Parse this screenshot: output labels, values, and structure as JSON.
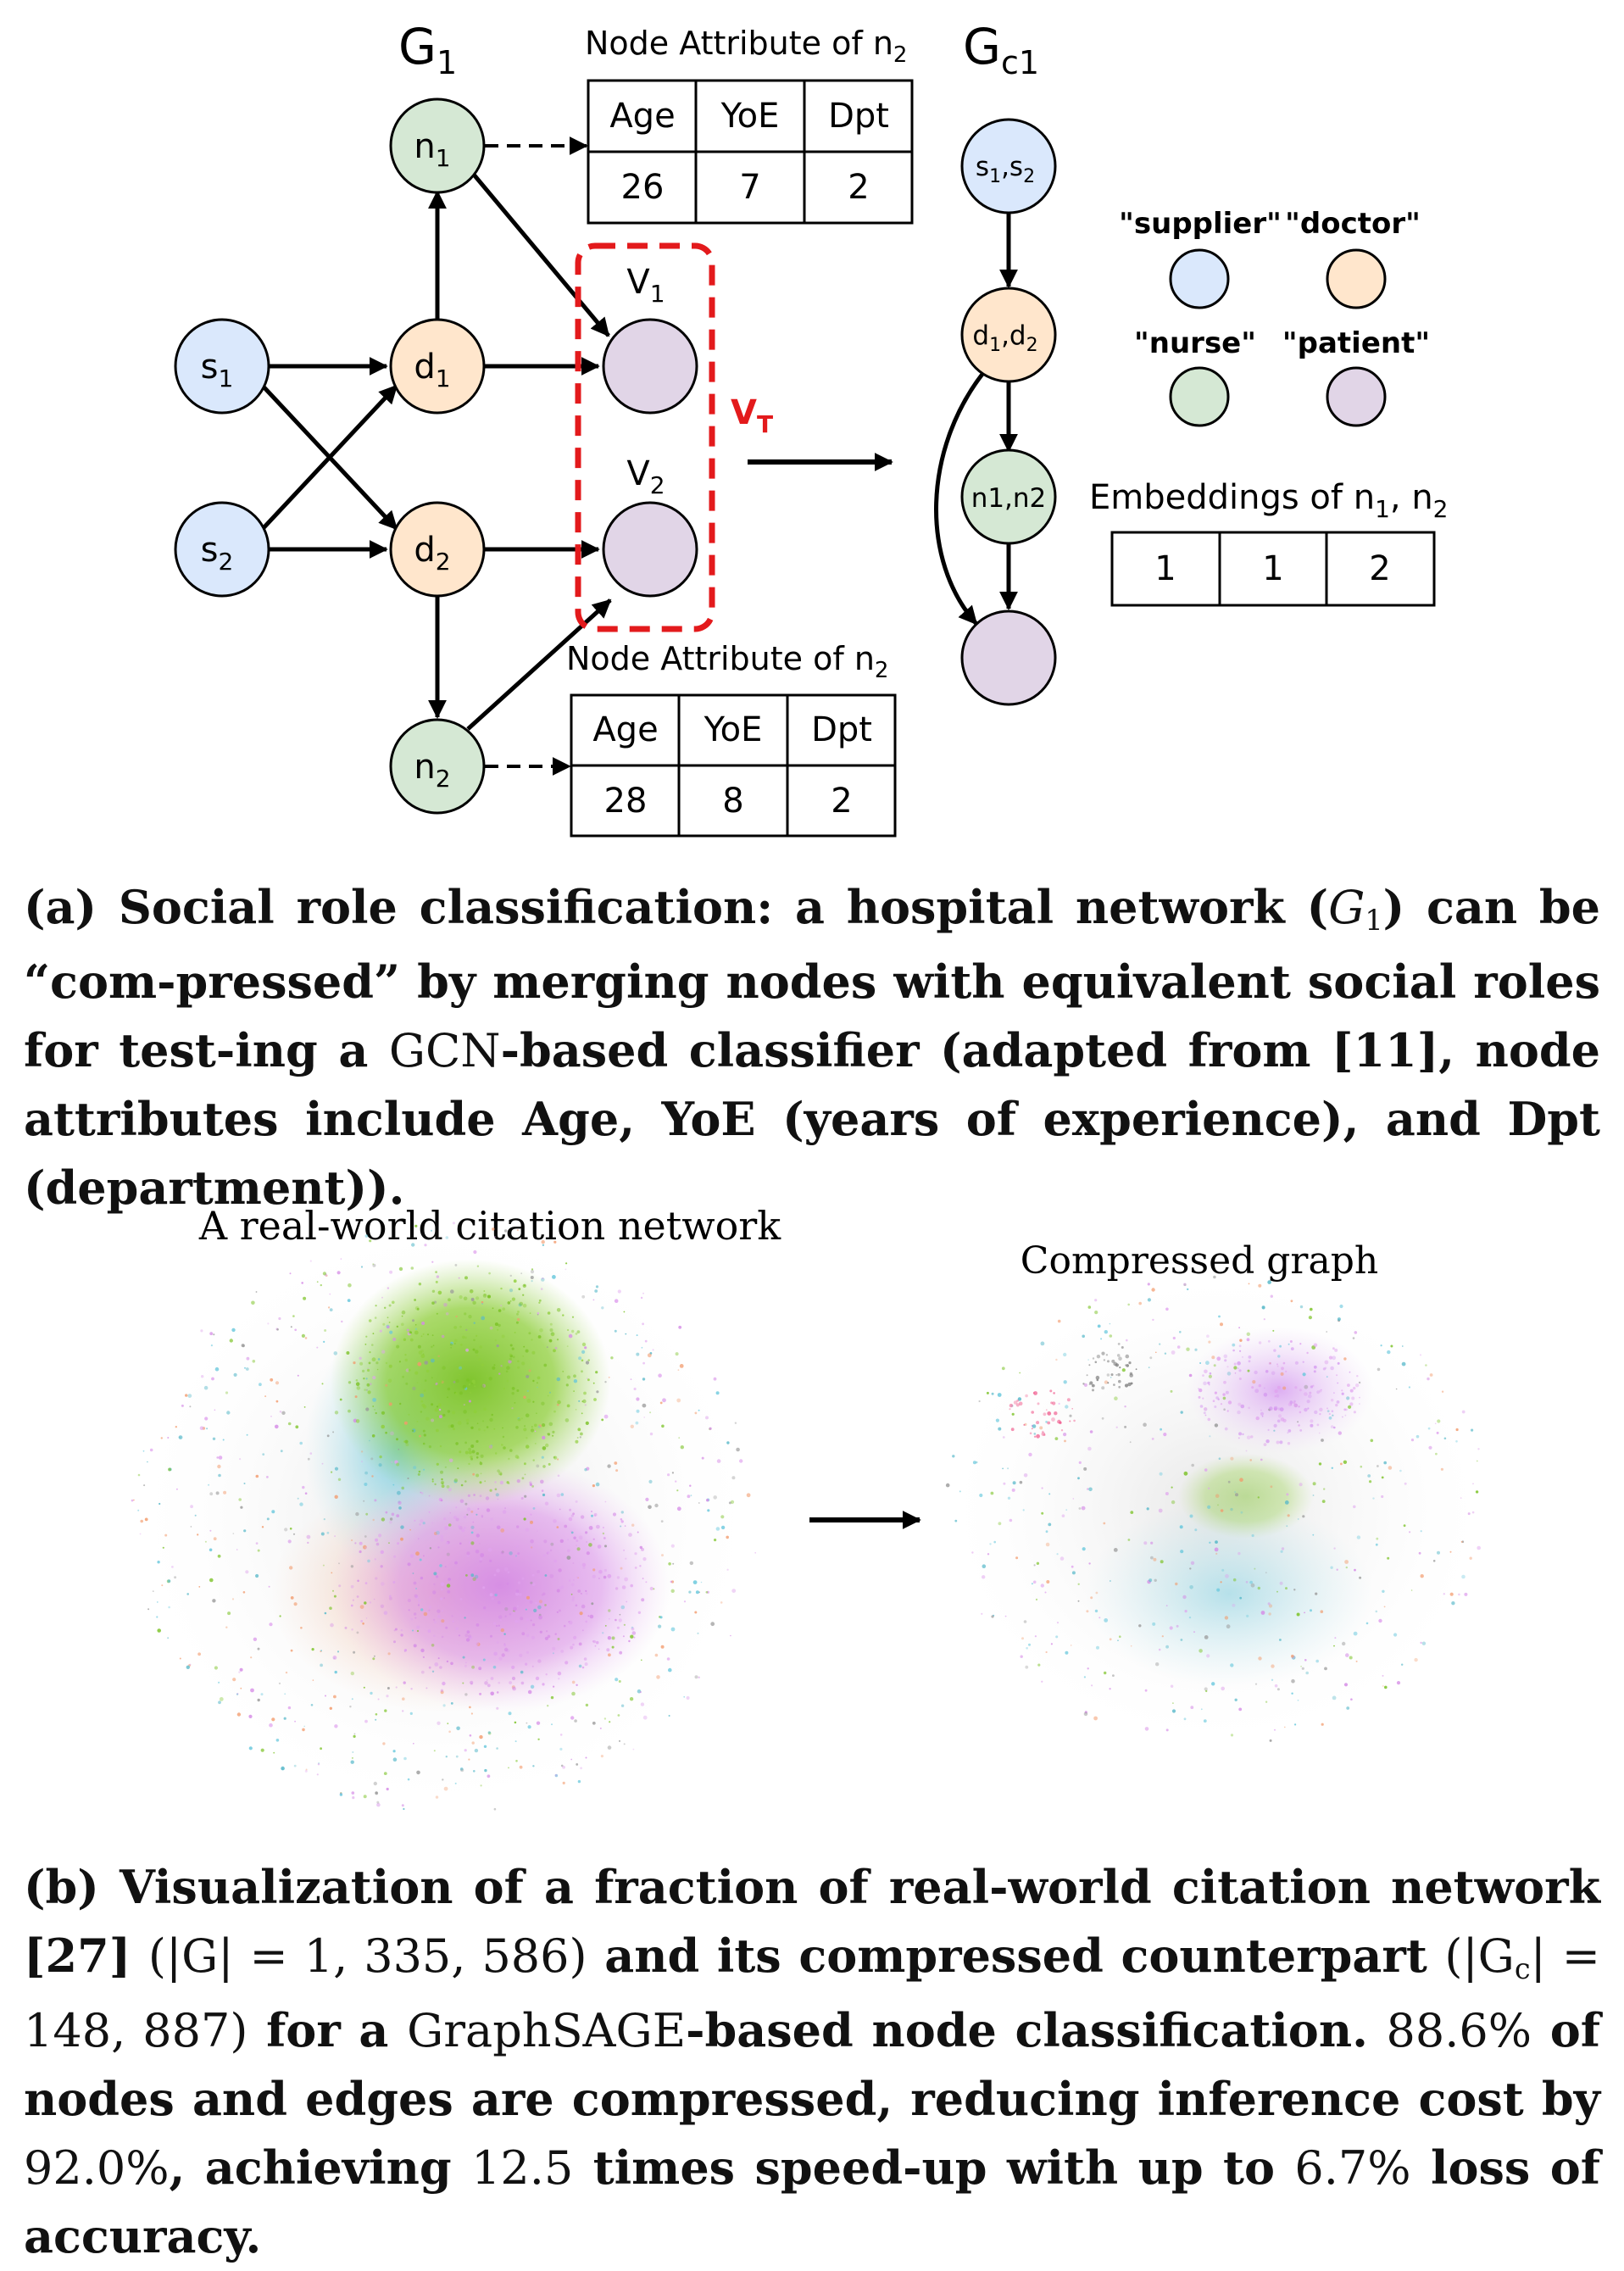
{
  "panel_a": {
    "g1_label": "G",
    "g1_sub": "1",
    "gc1_label": "G",
    "gc1_sub": "c1",
    "nodes": {
      "s1": {
        "base": "s",
        "sub": "1"
      },
      "s2": {
        "base": "s",
        "sub": "2"
      },
      "d1": {
        "base": "d",
        "sub": "1"
      },
      "d2": {
        "base": "d",
        "sub": "2"
      },
      "n1": {
        "base": "n",
        "sub": "1"
      },
      "n2": {
        "base": "n",
        "sub": "2"
      },
      "v1": {
        "base": "V",
        "sub": "1"
      },
      "v2": {
        "base": "V",
        "sub": "2"
      }
    },
    "vt": {
      "base": "V",
      "sub": "T"
    },
    "compressed_nodes": {
      "s": {
        "a": "s",
        "a_sub": "1",
        "b": "s",
        "b_sub": "2"
      },
      "d": {
        "a": "d",
        "a_sub": "1",
        "b": "d",
        "b_sub": "2"
      },
      "n": {
        "text": "n1,n2"
      }
    },
    "table_top": {
      "title": "Node Attribute of n",
      "title_sub": "2",
      "headers": [
        "Age",
        "YoE",
        "Dpt"
      ],
      "values": [
        "26",
        "7",
        "2"
      ]
    },
    "table_bottom": {
      "title": "Node Attribute of n",
      "title_sub": "2",
      "headers": [
        "Age",
        "YoE",
        "Dpt"
      ],
      "values": [
        "28",
        "8",
        "2"
      ]
    },
    "legend": {
      "supplier": "\"supplier\"",
      "doctor": "\"doctor\"",
      "nurse": "\"nurse\"",
      "patient": "\"patient\""
    },
    "embeddings": {
      "title": "Embeddings of n",
      "sub1": "1",
      "mid": ", n",
      "sub2": "2",
      "values": [
        "1",
        "1",
        "2"
      ]
    },
    "caption": {
      "label": "(a) Social role classification: a hospital network (",
      "g": "G",
      "g_sub": "1",
      "rest1": ") can be “com-pressed” by merging nodes with equivalent social roles for test-ing a ",
      "gcn": "GCN",
      "rest2": "-based classifier (adapted from [11], node attributes include Age, YoE (years of experience), and Dpt (department))."
    }
  },
  "panel_b": {
    "left_title": "A real-world citation network",
    "right_title": "Compressed graph",
    "caption": {
      "p1": "(b) Visualization of a fraction of real-world citation network [27]",
      "p2": "(|G| = 1, 335, 586)",
      "p3": " and its compressed counterpart ",
      "p4": "(|G",
      "p4_sub": "c",
      "p5": "| = 148, 887)",
      "p6": " for a ",
      "p7": "GraphSAGE",
      "p8": "-based node classification. ",
      "p9": "88.6%",
      "p10": " of nodes and edges are compressed, reducing inference cost by ",
      "p11": "92.0%",
      "p12": ", achieving ",
      "p13": "12.5",
      "p14": " times speed-up with up to ",
      "p15": "6.7%",
      "p16": " loss of accuracy."
    }
  },
  "colors": {
    "supplier": "#dae8fc",
    "doctor": "#ffe6cc",
    "nurse": "#d5e8d4",
    "patient": "#e1d5e7",
    "highlight": "#e31a1c"
  }
}
